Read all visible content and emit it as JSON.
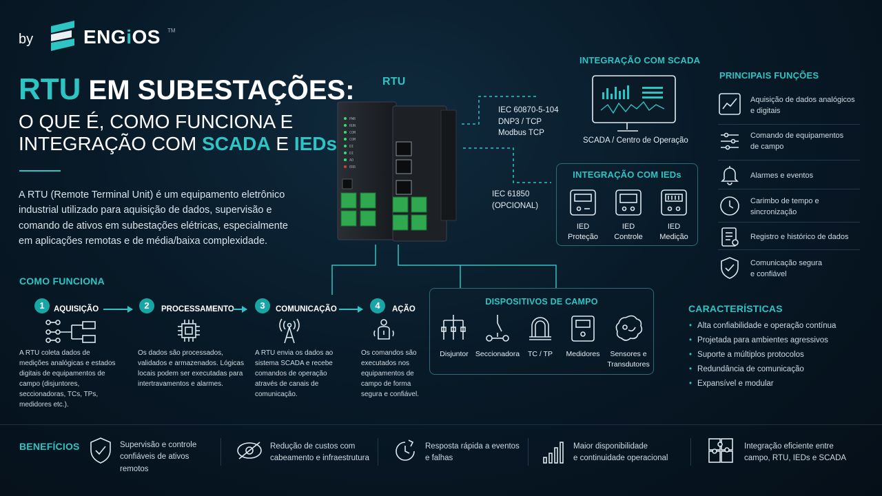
{
  "brand": {
    "by": "by",
    "name_pre": "ENG",
    "name_i": "i",
    "name_post": "OS",
    "tm": "TM"
  },
  "title": {
    "rtu": "RTU",
    "line1_rest": " EM SUBESTAÇÕES:",
    "line2": "O QUE É, COMO FUNCIONA E",
    "line3_pre": "INTEGRAÇÃO COM ",
    "line3_scada": "SCADA",
    "line3_mid": " E ",
    "line3_ieds": "IEDs"
  },
  "intro": "A RTU (Remote Terminal Unit) é um equipamento eletrônico industrial utilizado para aquisição de dados, supervisão e comando de ativos em subestações elétricas, especialmente em aplicações remotas e de média/baixa complexidade.",
  "device": {
    "label": "RTU",
    "leds": [
      "PWR",
      "RUN",
      "COM",
      "COM",
      "DI",
      "DI",
      "AO",
      "ERR"
    ]
  },
  "scada": {
    "header": "INTEGRAÇÃO COM SCADA",
    "protocols": [
      "IEC 60870-5-104",
      "DNP3 / TCP",
      "Modbus TCP"
    ],
    "caption": "SCADA / Centro de Operação"
  },
  "ieds": {
    "header": "INTEGRAÇÃO COM IEDs",
    "protocol_line1": "IEC 61850",
    "protocol_line2": "(OPCIONAL)",
    "items": [
      {
        "l1": "IED",
        "l2": "Proteção"
      },
      {
        "l1": "IED",
        "l2": "Controle"
      },
      {
        "l1": "IED",
        "l2": "Medição"
      }
    ]
  },
  "how": {
    "header": "COMO FUNCIONA",
    "steps": [
      {
        "n": "1",
        "title": "AQUISIÇÃO",
        "desc": "A RTU coleta dados de medições analógicas e estados digitais de equipamentos de campo (disjuntores, seccionadoras, TCs, TPs, medidores etc.)."
      },
      {
        "n": "2",
        "title": "PROCESSAMENTO",
        "desc": "Os dados são processados, validados e armazenados. Lógicas locais podem ser executadas para intertravamentos e alarmes."
      },
      {
        "n": "3",
        "title": "COMUNICAÇÃO",
        "desc": "A RTU envia os dados ao sistema SCADA e recebe comandos de operação através de canais de comunicação."
      },
      {
        "n": "4",
        "title": "AÇÃO",
        "desc": "Os comandos são executados nos equipamentos de campo de forma segura e confiável."
      }
    ]
  },
  "field": {
    "header": "DISPOSITIVOS DE CAMPO",
    "items": [
      {
        "l1": "Disjuntor",
        "l2": ""
      },
      {
        "l1": "Seccionadora",
        "l2": ""
      },
      {
        "l1": "TC / TP",
        "l2": ""
      },
      {
        "l1": "Medidores",
        "l2": ""
      },
      {
        "l1": "Sensores e",
        "l2": "Transdutores"
      }
    ]
  },
  "functions": {
    "header": "PRINCIPAIS FUNÇÕES",
    "items": [
      {
        "l1": "Aquisição de dados analógicos",
        "l2": "e digitais"
      },
      {
        "l1": "Comando de equipamentos",
        "l2": "de campo"
      },
      {
        "l1": "Alarmes e eventos",
        "l2": ""
      },
      {
        "l1": "Carimbo de tempo e",
        "l2": "sincronização"
      },
      {
        "l1": "Registro e histórico de dados",
        "l2": ""
      },
      {
        "l1": "Comunicação segura",
        "l2": "e confiável"
      }
    ]
  },
  "features": {
    "header": "CARACTERÍSTICAS",
    "items": [
      "Alta confiabilidade e operação contínua",
      "Projetada para ambientes agressivos",
      "Suporte a múltiplos protocolos",
      "Redundância de comunicação",
      "Expansível e modular"
    ]
  },
  "benefits": {
    "header": "BENEFÍCIOS",
    "items": [
      {
        "l1": "Supervisão e controle",
        "l2": "confiáveis de ativos",
        "l3": "remotos"
      },
      {
        "l1": "Redução de custos com",
        "l2": "cabeamento e infraestrutura",
        "l3": ""
      },
      {
        "l1": "Resposta rápida a eventos",
        "l2": "e falhas",
        "l3": ""
      },
      {
        "l1": "Maior disponibilidade",
        "l2": "e continuidade operacional",
        "l3": ""
      },
      {
        "l1": "Integração eficiente entre",
        "l2": "campo, RTU, IEDs e SCADA",
        "l3": ""
      }
    ]
  }
}
